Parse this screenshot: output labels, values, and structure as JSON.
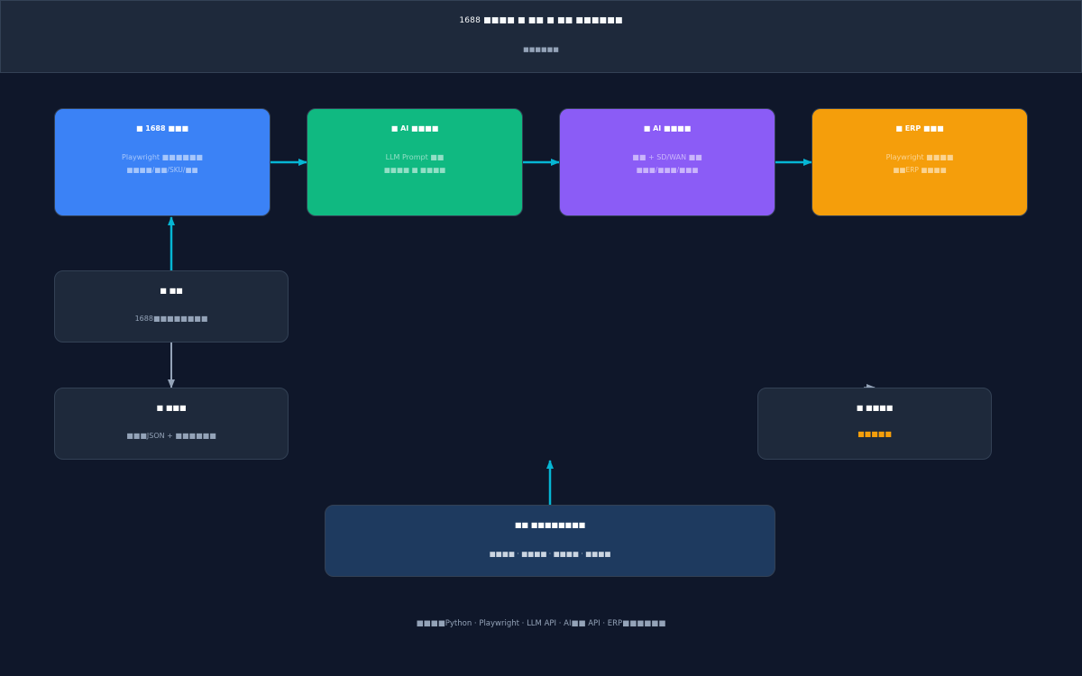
{
  "header": {
    "title": "1688 ■■■■ ■ ■■ ■ ■■ ■■■■■■",
    "subtitle": "■■■■■■"
  },
  "nodes": {
    "scrape": {
      "title": "■ 1688 ■■■",
      "line1": "Playwright ■■■■■■",
      "line2": "■■■■/■■/SKU/■■",
      "color": "#3b82f6"
    },
    "ai_text": {
      "title": "■ AI ■■■■",
      "line1": "LLM Prompt ■■",
      "line2": "■■■■ ■ ■■■■",
      "color": "#10b981"
    },
    "ai_image": {
      "title": "■ AI ■■■■",
      "line1": "■■ + SD/WAN ■■",
      "line2": "■■■/■■■/■■■",
      "color": "#8b5cf6"
    },
    "erp": {
      "title": "■ ERP ■■■",
      "line1": "Playwright ■■■■",
      "line2": "■■ERP ■■■■",
      "color": "#f59e0b"
    },
    "input": {
      "title": "■ ■■",
      "line1": "1688■■■■■■■■"
    },
    "storage": {
      "title": "■ ■■■",
      "line1": "■■■JSON + ■■■■■■"
    },
    "review": {
      "title": "■ ■■■■",
      "line1": "■■■■■"
    },
    "scheduler": {
      "title": "■■ ■■■■■■■■",
      "line1": "■■■■ · ■■■■ · ■■■■ · ■■■■"
    }
  },
  "footer": {
    "text": "■■■■Python · Playwright · LLM API · AI■■ API · ERP■■■■■■"
  },
  "colors": {
    "arrow": "#06b6d4",
    "arrow_gray": "#94a3b8",
    "background": "#0f172a",
    "panel": "#1e293b"
  }
}
